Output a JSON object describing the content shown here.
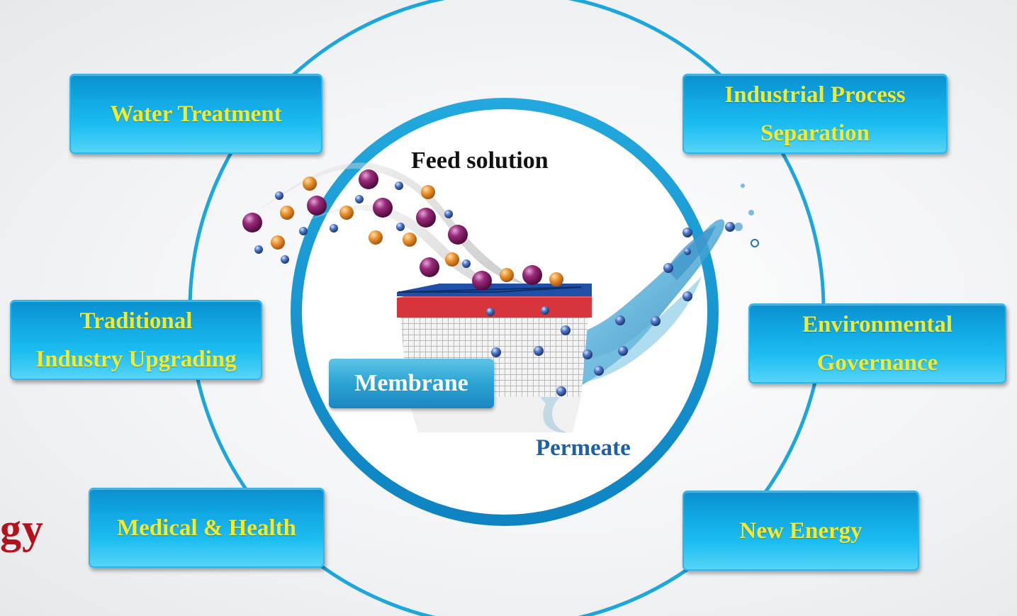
{
  "center": {
    "feed_label": "Feed solution",
    "permeate_label": "Permeate",
    "membrane_label": "Membrane"
  },
  "applications": {
    "water_treatment": [
      "Water Treatment"
    ],
    "industrial_process": [
      "Industrial Process",
      "Separation"
    ],
    "traditional_industry": [
      "Traditional",
      "Industry Upgrading"
    ],
    "environmental": [
      "Environmental",
      "Governance"
    ],
    "medical": [
      "Medical & Health"
    ],
    "new_energy": [
      "New Energy"
    ]
  },
  "partial_title_fragment": "gy",
  "colors": {
    "accent_blue": "#1ba6dc",
    "box_text_yellow": "#f5ea2a",
    "title_red": "#b3121d",
    "permeate_blue": "#1f5fa8",
    "particle_purple": "#8c1f6e",
    "particle_orange": "#e5892a",
    "particle_small_blue": "#3a66b8"
  }
}
